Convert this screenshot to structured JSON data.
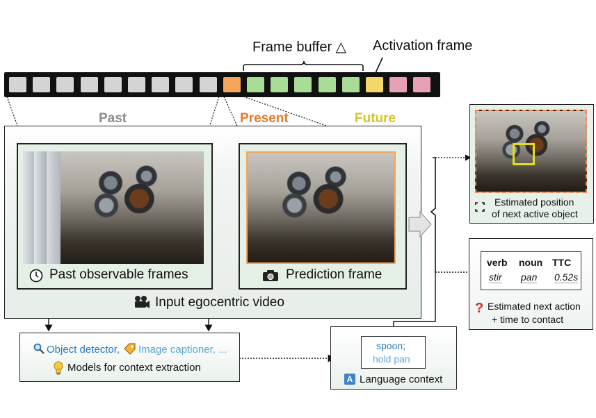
{
  "header": {
    "frame_buffer_label": "Frame buffer △",
    "activation_frame_label": "Activation frame"
  },
  "timeline": {
    "cells": [
      {
        "kind": "past",
        "color": "#d4d4d4"
      },
      {
        "kind": "past",
        "color": "#d4d4d4"
      },
      {
        "kind": "past",
        "color": "#d4d4d4"
      },
      {
        "kind": "past",
        "color": "#d4d4d4"
      },
      {
        "kind": "past",
        "color": "#d4d4d4"
      },
      {
        "kind": "past",
        "color": "#d4d4d4"
      },
      {
        "kind": "past",
        "color": "#d4d4d4"
      },
      {
        "kind": "past",
        "color": "#d4d4d4"
      },
      {
        "kind": "past",
        "color": "#d4d4d4"
      },
      {
        "kind": "present",
        "color": "#f5a55a"
      },
      {
        "kind": "buffer",
        "color": "#a8dd96"
      },
      {
        "kind": "buffer",
        "color": "#a8dd96"
      },
      {
        "kind": "buffer",
        "color": "#a8dd96"
      },
      {
        "kind": "buffer",
        "color": "#a8dd96"
      },
      {
        "kind": "buffer",
        "color": "#a8dd96"
      },
      {
        "kind": "activation",
        "color": "#f4d66a"
      },
      {
        "kind": "future",
        "color": "#e7a0b4"
      },
      {
        "kind": "future",
        "color": "#e7a0b4"
      }
    ]
  },
  "time_labels": {
    "past": "Past",
    "present": "Present",
    "future": "Future"
  },
  "video_panel": {
    "past_caption": "Past observable frames",
    "prediction_caption": "Prediction frame",
    "input_caption": "Input egocentric video"
  },
  "context_models": {
    "object_detector": "Object detector,",
    "image_captioner": "Image captioner, ...",
    "caption": "Models for context extraction"
  },
  "language_context": {
    "line1": "spoon;",
    "line2": "hold pan",
    "badge": "A",
    "caption": "Language context"
  },
  "estimated_position": {
    "line1": "Estimated position",
    "line2": "of next active object"
  },
  "next_action": {
    "headers": [
      "verb",
      "noun",
      "TTC"
    ],
    "values": [
      "stir",
      "pan",
      "0.52s"
    ],
    "line1": "Estimated next action",
    "line2": "+ time to contact"
  },
  "colors": {
    "past": "#8c8c8c",
    "present": "#e8792b",
    "future": "#d8c420",
    "blue_text": "#2a7ab8",
    "light_blue_text": "#5aa7d6",
    "panel_bg": "#edf3ee",
    "activation": "#f4d66a",
    "box_yellow": "#e6de1c"
  }
}
